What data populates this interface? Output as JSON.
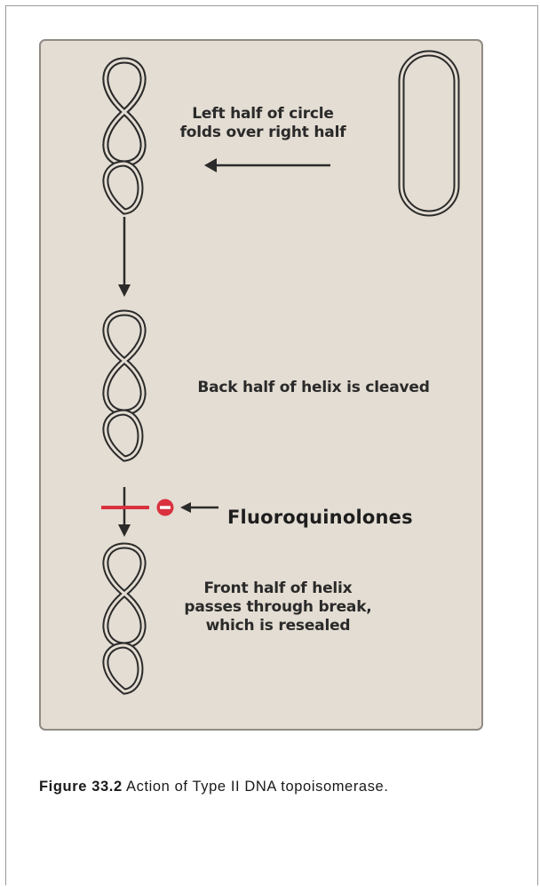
{
  "diagram": {
    "steps": [
      {
        "text": "Left half of circle\nfolds over right half"
      },
      {
        "text": "Back half of helix is cleaved"
      },
      {
        "text": "Front half of helix\npasses through break,\nwhich is resealed"
      }
    ],
    "inhibitor": {
      "text": "Fluoroquinolones",
      "symbol": "minus-circle-icon",
      "color": "#d9313f"
    },
    "colors": {
      "panel": "#e4ddd3",
      "stroke": "#2b2b2b",
      "inhibit": "#d9313f"
    }
  },
  "caption": {
    "label": "Figure 33.2",
    "text": "Action of Type II DNA topoisomerase."
  }
}
